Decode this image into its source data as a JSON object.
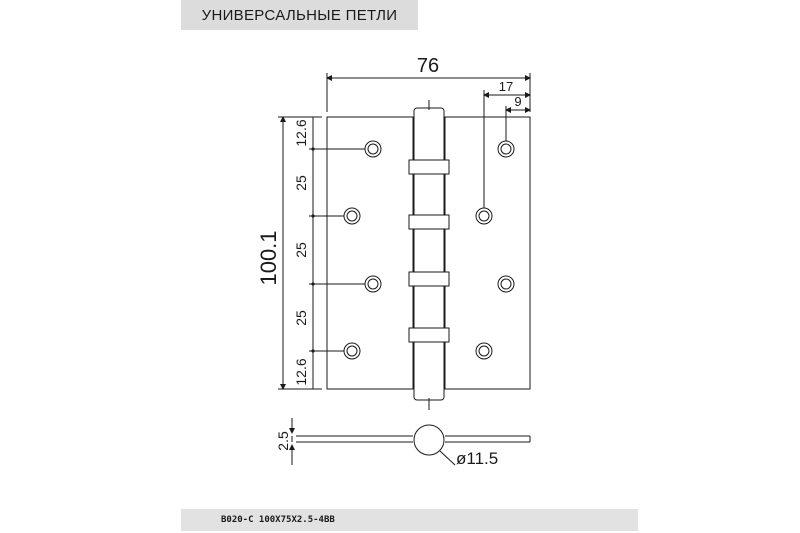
{
  "header": {
    "title": "УНИВЕРСАЛЬНЫЕ ПЕТЛИ"
  },
  "footer": {
    "model": "B020-C 100X75X2.5-4BB"
  },
  "dimensions": {
    "width": "76",
    "offset_outer": "17",
    "offset_inner": "9",
    "height": "100.1",
    "gap_top": "12.6",
    "gap_1": "25",
    "gap_2": "25",
    "gap_3": "25",
    "gap_bottom": "12.6",
    "thickness": "2.5",
    "knuckle_diameter": "ø11.5"
  },
  "colors": {
    "line": "#1a1a1a",
    "title_bg": "#dcdcdc",
    "footer_bg": "#e2e2e2"
  }
}
